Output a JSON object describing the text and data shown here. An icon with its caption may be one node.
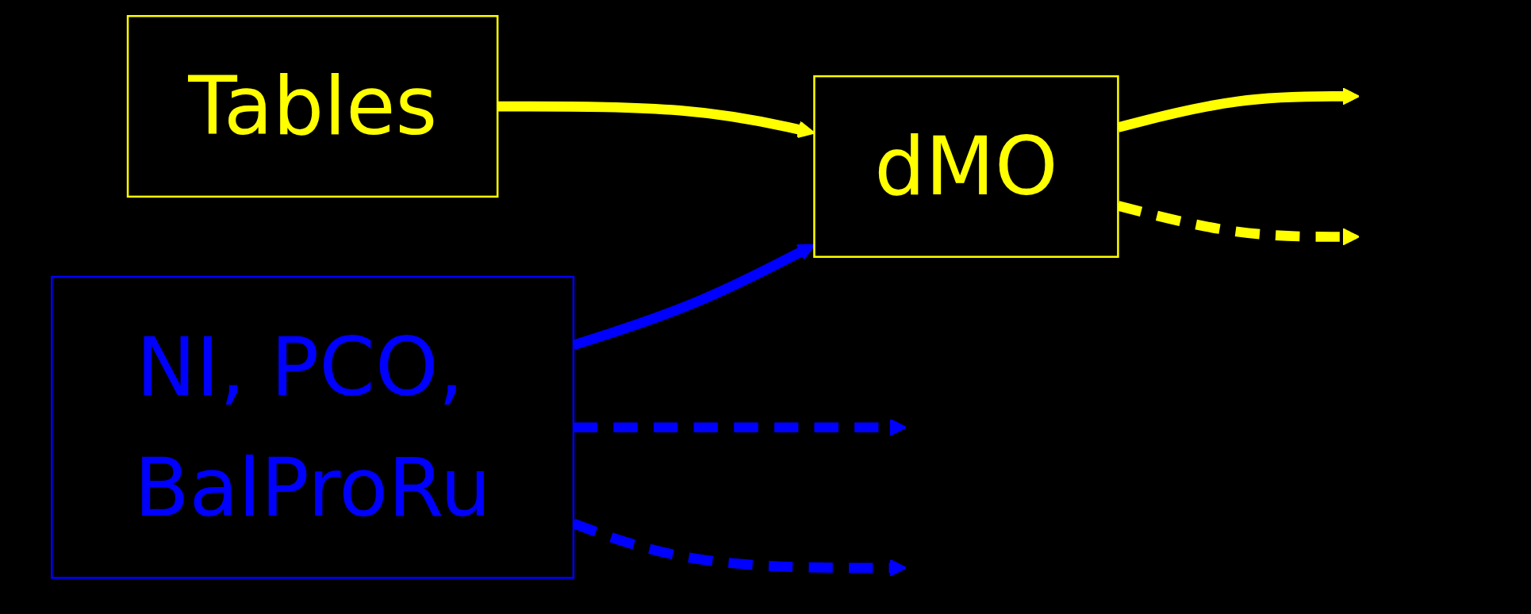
{
  "diagram": {
    "nodes": [
      {
        "text": [
          "dMO"
        ]
      },
      {
        "text": [
          "Tables"
        ]
      },
      {
        "text": [
          "NI, PCO, BalProRu"
        ]
      }
    ],
    "edges": [
      {
        "from": 1,
        "to": 0,
        "arrow": "to",
        "color": "#ffff00"
      },
      {
        "from": 0,
        "to": null,
        "arrow": "to",
        "color": "#ffff00"
      },
      {
        "from": 0,
        "to": null,
        "arrow": "to",
        "style": "dashed",
        "color": "#ffff00"
      },
      {
        "from": 2,
        "to": 0,
        "arrow": "to",
        "color": "#0000ff"
      },
      {
        "from": 2,
        "to": null,
        "arrow": "to",
        "style": "dashed",
        "color": "#0000ff"
      },
      {
        "from": 2,
        "to": null,
        "arrow": "to",
        "style": "dashed",
        "color": "#0000ff"
      }
    ]
  }
}
